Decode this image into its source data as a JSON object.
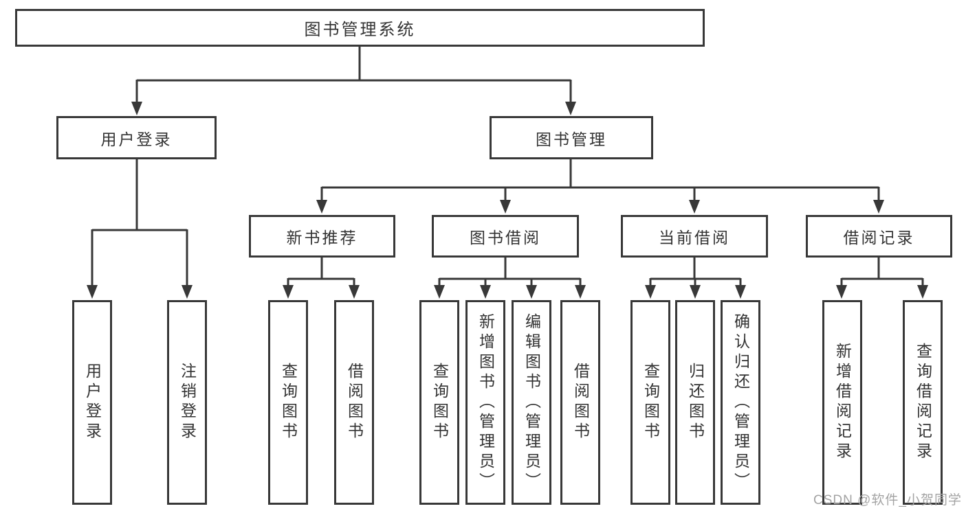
{
  "diagram": {
    "watermark": "CSDN @软件_小贺同学",
    "colors": {
      "line": "#383838",
      "box_border": "#383838",
      "text": "#333333",
      "watermark": "#a3a3a3",
      "background": "#ffffff"
    },
    "tree": {
      "root": {
        "label": "图书管理系统"
      },
      "level2": [
        {
          "id": "user-login",
          "label": "用户登录"
        },
        {
          "id": "book-management",
          "label": "图书管理"
        }
      ],
      "level3": [
        {
          "id": "new-book-recommend",
          "parent": "book-management",
          "label": "新书推荐"
        },
        {
          "id": "book-borrow",
          "parent": "book-management",
          "label": "图书借阅"
        },
        {
          "id": "current-borrow",
          "parent": "book-management",
          "label": "当前借阅"
        },
        {
          "id": "borrow-records",
          "parent": "book-management",
          "label": "借阅记录"
        }
      ],
      "leaves": [
        {
          "parent": "user-login",
          "label": "用户登录"
        },
        {
          "parent": "user-login",
          "label": "注销登录"
        },
        {
          "parent": "new-book-recommend",
          "label": "查询图书"
        },
        {
          "parent": "new-book-recommend",
          "label": "借阅图书"
        },
        {
          "parent": "book-borrow",
          "label": "查询图书"
        },
        {
          "parent": "book-borrow",
          "label": "新增图书（管理员）"
        },
        {
          "parent": "book-borrow",
          "label": "编辑图书（管理员）"
        },
        {
          "parent": "book-borrow",
          "label": "借阅图书"
        },
        {
          "parent": "current-borrow",
          "label": "查询图书"
        },
        {
          "parent": "current-borrow",
          "label": "归还图书"
        },
        {
          "parent": "current-borrow",
          "label": "确认归还（管理员）"
        },
        {
          "parent": "borrow-records",
          "label": "新增借阅记录"
        },
        {
          "parent": "borrow-records",
          "label": "查询借阅记录"
        }
      ]
    }
  }
}
